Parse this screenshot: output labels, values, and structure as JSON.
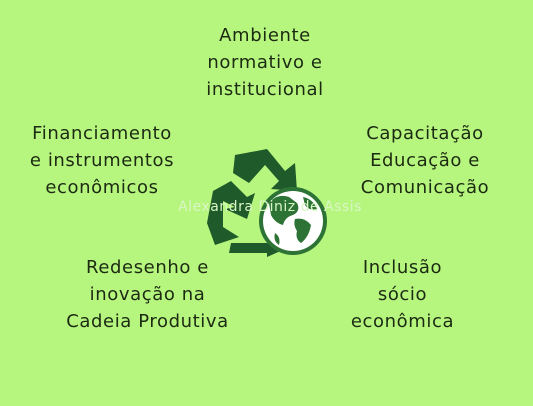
{
  "diagram": {
    "top": [
      "Ambiente",
      "normativo e",
      "institucional"
    ],
    "left": [
      "Financiamento",
      "e instrumentos",
      "econômicos"
    ],
    "right": [
      "Capacitação",
      "Educação e",
      "Comunicação"
    ],
    "bottom_left": [
      "Redesenho e",
      "inovação na",
      "Cadeia Produtiva"
    ],
    "bottom_right": [
      "Inclusão",
      "sócio",
      "econômica"
    ],
    "center_icon": "recycle-globe-icon",
    "watermark": "Alexandra Diniz de Assis"
  },
  "colors": {
    "background": "#b6f57e",
    "recycle": "#1f5a2a",
    "globe": "#2d7335"
  }
}
